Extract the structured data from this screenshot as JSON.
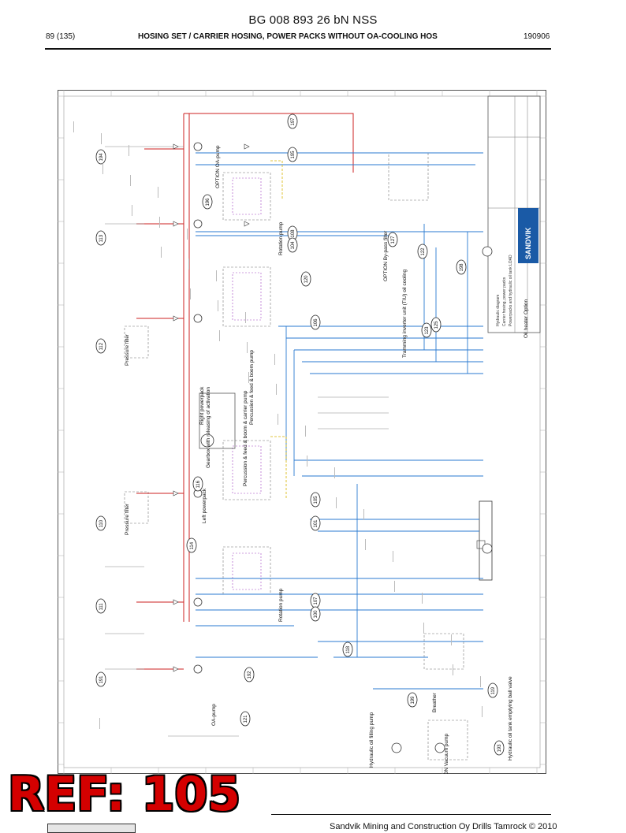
{
  "header": {
    "title": "BG 008 893 26 bN NSS",
    "page": "89 (135)",
    "section": "HOSING SET / CARRIER HOSING, POWER PACKS WITHOUT OA-COOLING HOS",
    "date": "190906"
  },
  "stamp": {
    "text": "REF: 105"
  },
  "footer": {
    "text": "Sandvik Mining and Construction Oy Drills Tamrock © 2010"
  },
  "diagram": {
    "position_numbers": [
      "194",
      "113",
      "112",
      "110",
      "111",
      "191",
      "197",
      "195",
      "196",
      "108",
      "104",
      "120",
      "106",
      "116",
      "114",
      "105",
      "101",
      "107",
      "100",
      "192",
      "121",
      "118",
      "127",
      "122",
      "123",
      "125",
      "198",
      "199",
      "119",
      "193"
    ],
    "component_labels": {
      "oa_pump_top": "OPTION OA-pump",
      "rotation_pump_top": "Rotation pump",
      "pressure_filter_top": "Pressure filter",
      "right_powerpack": "Right powerpack",
      "percussion_top": "Percussion & feed & boom pump",
      "gearbox": "Gearbox with releasing of activation",
      "left_powerpack": "Left powerpack",
      "percussion_bottom": "Percussion & feed & boom & carrier pump",
      "pressure_filter_bottom": "Pressure filter",
      "rotation_pump_bottom": "Rotation pump",
      "oa_pump_bottom": "OA-pump",
      "bypass_filter": "OPTION By-pass filter",
      "tramming": "Tramming inverter unit (TIU) oil cooling",
      "oil_heater": "Oil heater Option",
      "breather": "Breather",
      "filling_pump": "Hydraulic oil filling pump",
      "vacuum_pump": "OPTION Vacuum pump",
      "emptying": "Hydraulic oil tank emptying ball valve"
    },
    "title_block": {
      "brand": "SANDVIK",
      "lines": [
        "Hydraulic diagram",
        "Carrier hosing, power packs",
        "Powerpacks and hydraulic oil tank LOAD"
      ]
    }
  }
}
